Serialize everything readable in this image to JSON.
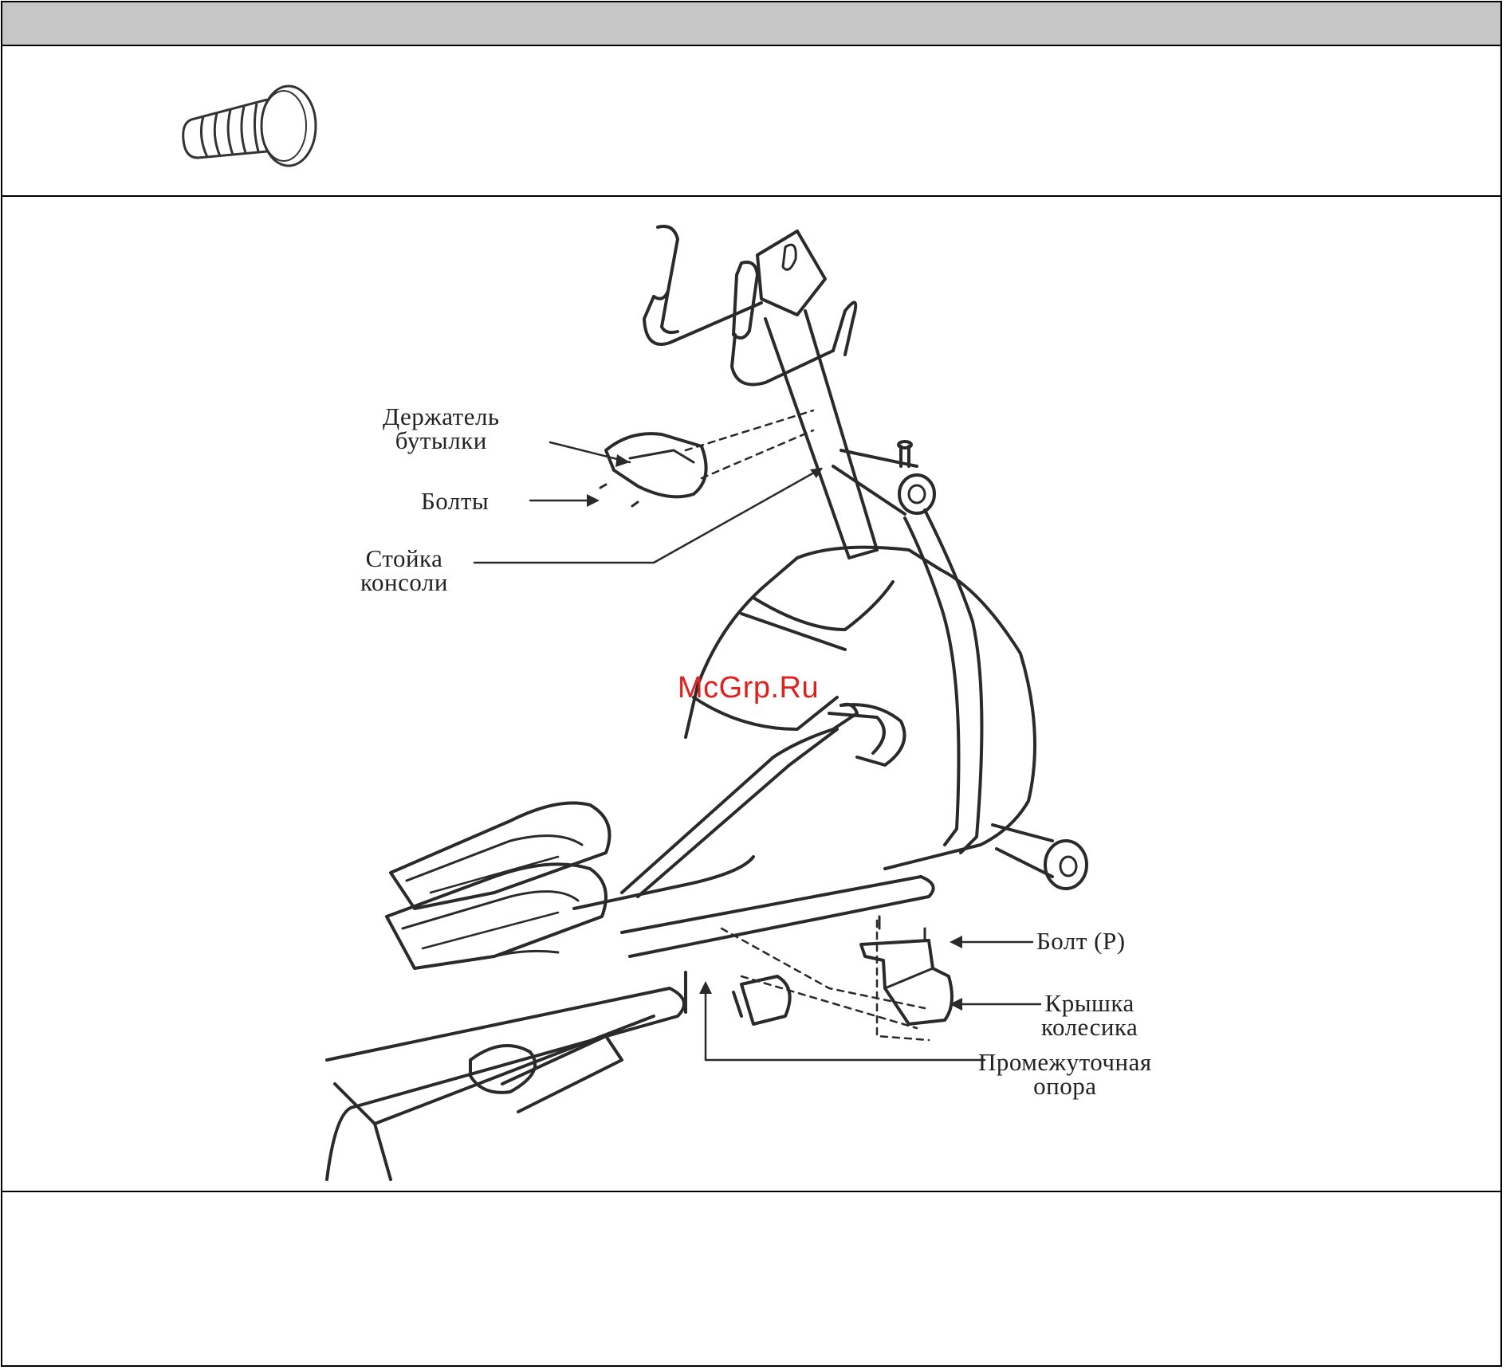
{
  "header": {
    "band_color": "#c6c6c6"
  },
  "hardware": {
    "icon": "screw-icon"
  },
  "diagram": {
    "callouts": {
      "bottle_holder": "Держатель\nбутылки",
      "bolts": "Болты",
      "console_mast": "Стойка\nконсоли",
      "bolt_p": "Болт (P)",
      "wheel_cover": "Крышка\nколесика",
      "intermediate_support": "Промежуточная\nопора"
    }
  },
  "watermark": {
    "text": "McGrp.Ru",
    "color": "#e0201e"
  }
}
